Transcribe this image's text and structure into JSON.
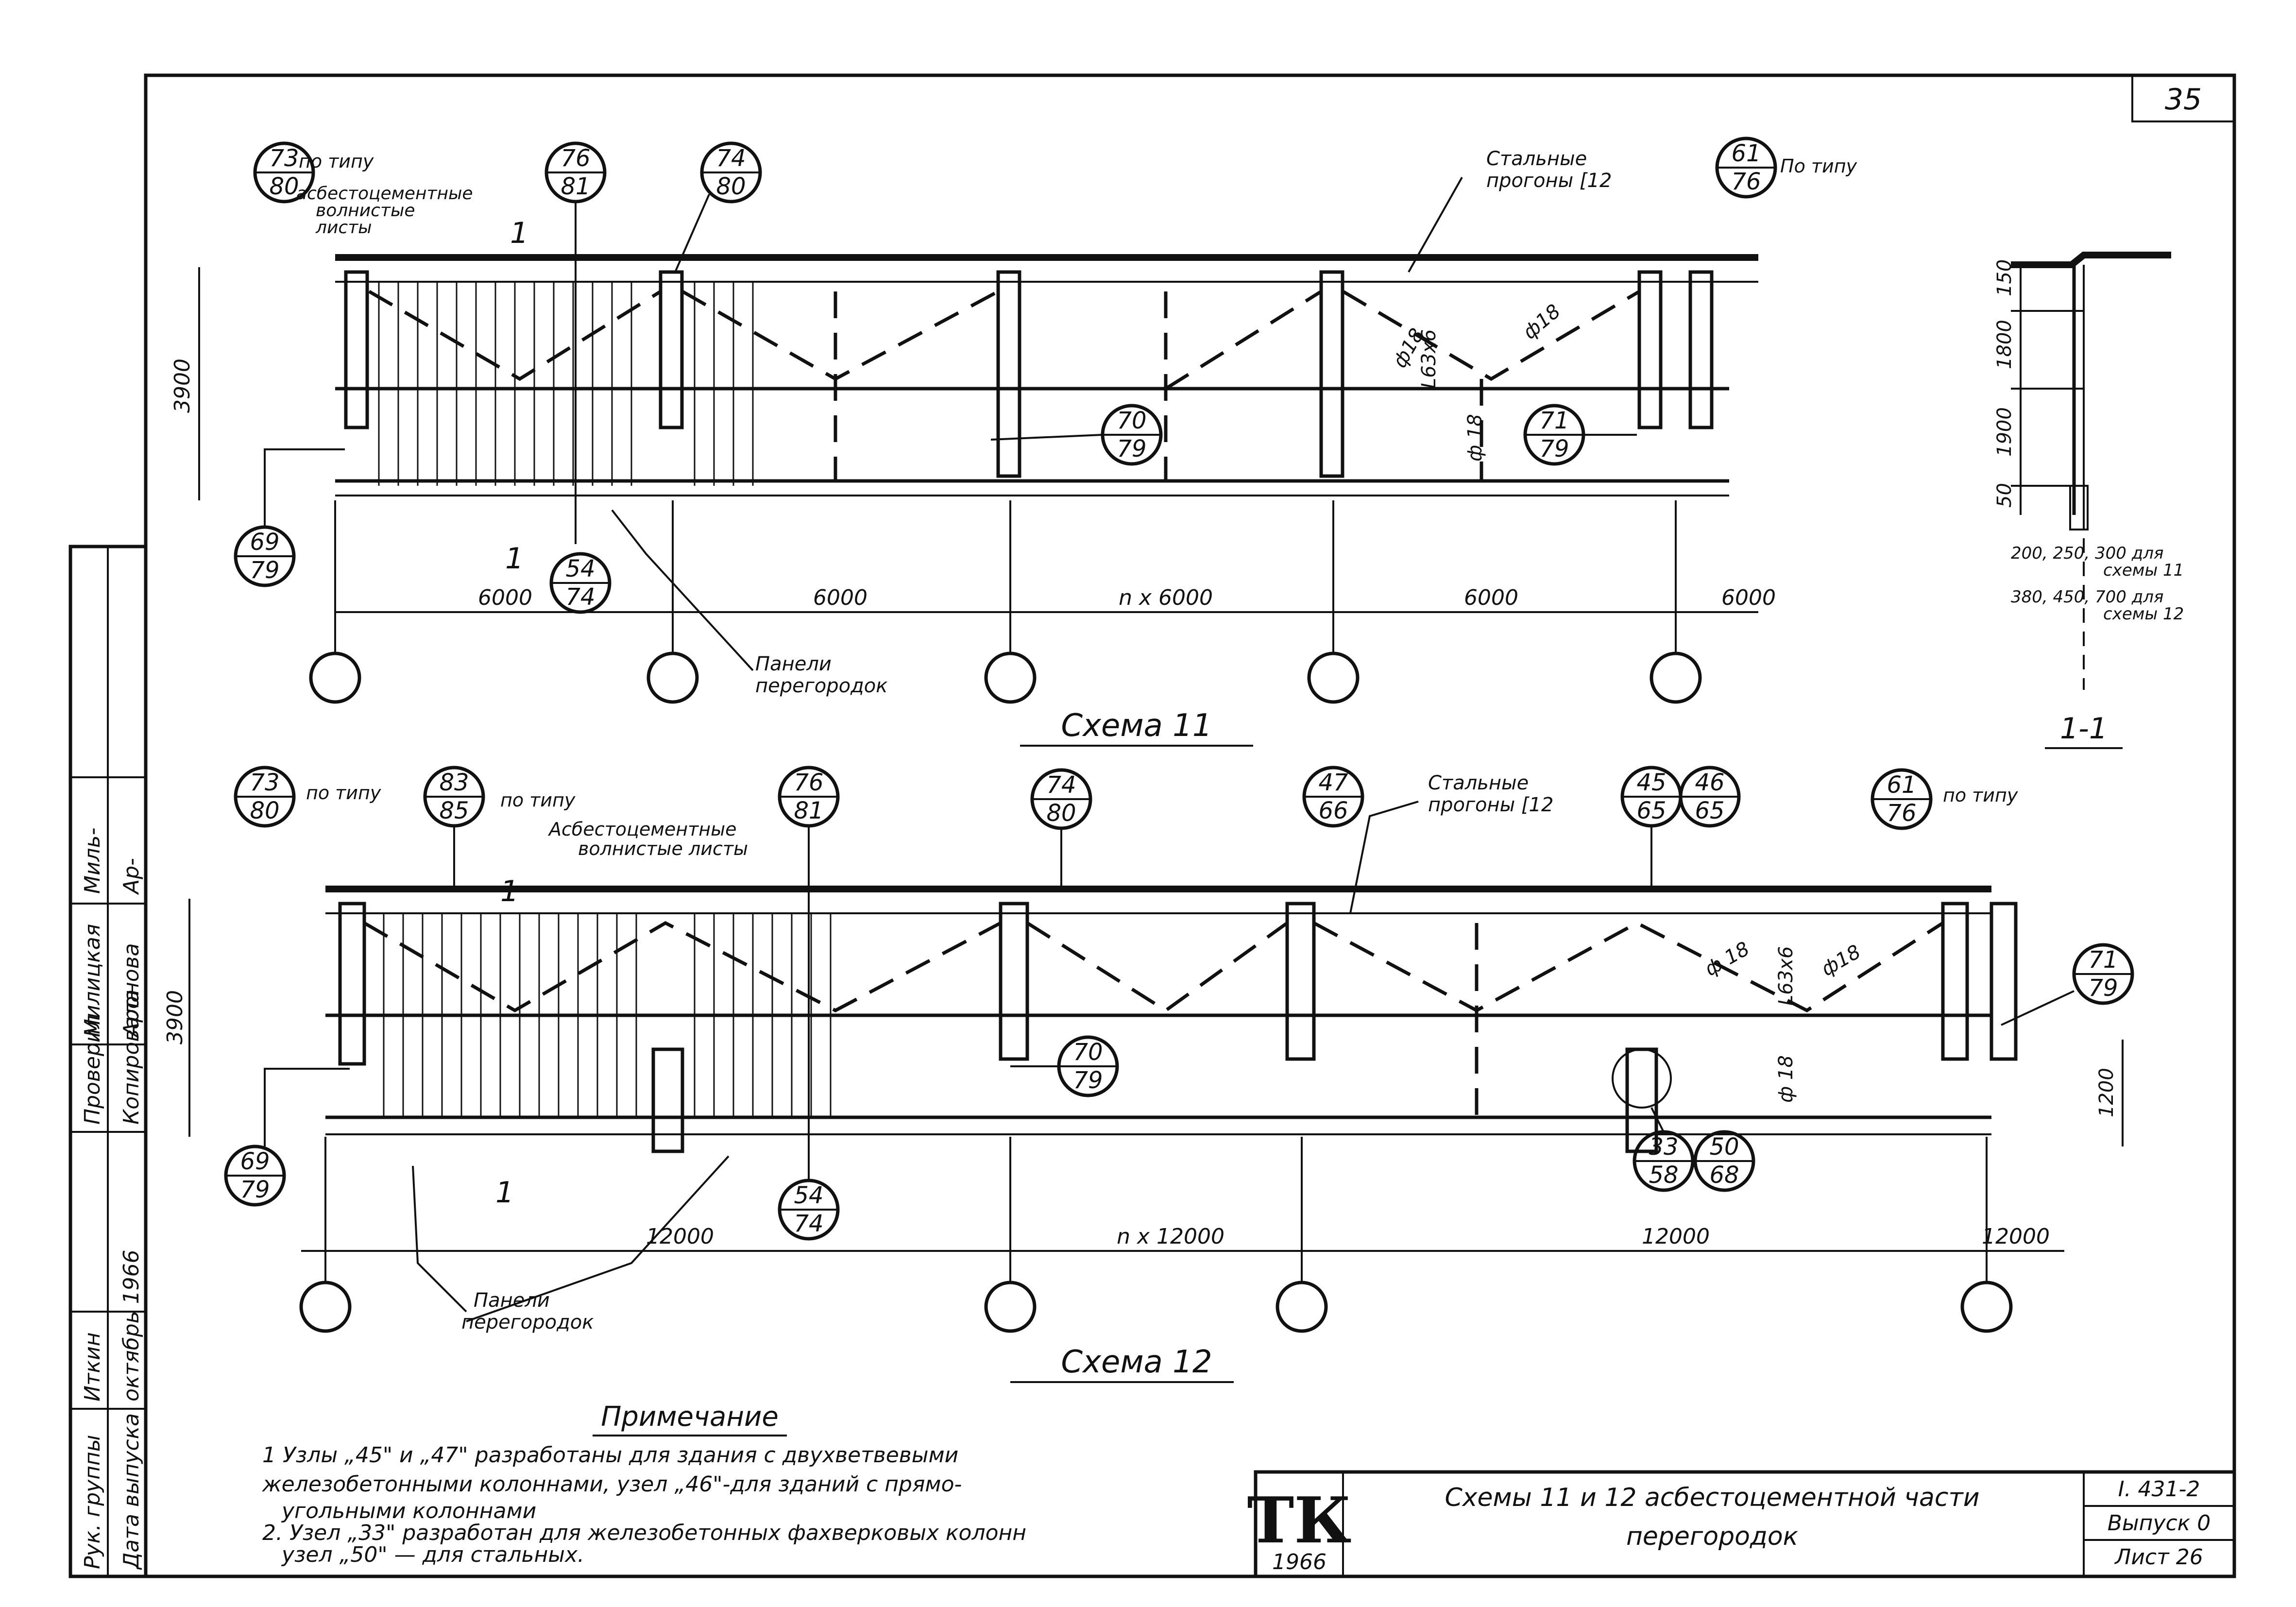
{
  "sheet": {
    "page_number": "35",
    "title_line1": "Схемы 11 и 12 асбестоцементной части",
    "title_line2": "перегородок",
    "logo": "ТК",
    "logo_year": "1966",
    "code": "I. 431-2",
    "issue": "Выпуск 0",
    "sheet_label": "Лист 26",
    "notes_heading": "Примечание",
    "notes": [
      "1 Узлы „45\" и „47\" разработаны для здания с двухветвевыми",
      "железобетонными колоннами, узел „46\"-для зданий с прямо-",
      "угольными колоннами",
      "2. Узел „33\" разработан для железобетонных фахверковых колонн",
      "узел „50\" — для стальных."
    ]
  },
  "stamp": {
    "row_labels": [
      "Рук. группы",
      "Проверил",
      "Копировала"
    ],
    "names": [
      "Иткин",
      "Милицкая",
      "Аронова"
    ],
    "date_label": "Дата выпуска",
    "date": "октябрь 1966",
    "sign_1": "Миль-",
    "sign_2": "Ар-"
  },
  "scheme11": {
    "caption": "Схема 11",
    "label_po_tipu_1": "по типу",
    "label_po_tipu_2": "По типу",
    "sheets_label_1": "асбестоцементные",
    "sheets_label_2": "волнистые",
    "sheets_label_3": "листы",
    "purlins_1": "Стальные",
    "purlins_2": "прогоны [12",
    "panels_1": "Панели",
    "panels_2": "перегородок",
    "height": "3900",
    "spans": [
      "6000",
      "6000",
      "n x 6000",
      "6000",
      "6000"
    ],
    "section_mark": "1",
    "brace_1": "ф18",
    "brace_2": "L63x6",
    "brace_3": "ф18",
    "brace_4": "ф 18",
    "nodes": [
      {
        "top": "73",
        "bottom": "80"
      },
      {
        "top": "76",
        "bottom": "81"
      },
      {
        "top": "74",
        "bottom": "80"
      },
      {
        "top": "61",
        "bottom": "76"
      },
      {
        "top": "70",
        "bottom": "79"
      },
      {
        "top": "71",
        "bottom": "79"
      },
      {
        "top": "69",
        "bottom": "79"
      },
      {
        "top": "54",
        "bottom": "74"
      }
    ]
  },
  "section11": {
    "caption": "1-1",
    "dims": [
      "150",
      "1800",
      "1900",
      "50"
    ],
    "note_1a": "200, 250, 300 для",
    "note_1b": "схемы 11",
    "note_2a": "380, 450, 700 для",
    "note_2b": "схемы 12"
  },
  "scheme12": {
    "caption": "Схема 12",
    "label_po_tipu": "по типу",
    "sheets_label_1": "Асбестоцементные",
    "sheets_label_2": "волнистые листы",
    "purlins_1": "Стальные",
    "purlins_2": "прогоны [12",
    "panels_1": "Панели",
    "panels_2": "перегородок",
    "height": "3900",
    "height_2": "1200",
    "spans": [
      "12000",
      "n x 12000",
      "12000",
      "12000"
    ],
    "section_mark": "1",
    "brace_1": "ф 18",
    "brace_2": "L63x6",
    "brace_3": "ф18",
    "brace_4": "ф 18",
    "nodes": [
      {
        "top": "73",
        "bottom": "80"
      },
      {
        "top": "83",
        "bottom": "85"
      },
      {
        "top": "76",
        "bottom": "81"
      },
      {
        "top": "74",
        "bottom": "80"
      },
      {
        "top": "47",
        "bottom": "66"
      },
      {
        "top": "45",
        "bottom": "65"
      },
      {
        "top": "46",
        "bottom": "65"
      },
      {
        "top": "61",
        "bottom": "76"
      },
      {
        "top": "71",
        "bottom": "79"
      },
      {
        "top": "70",
        "bottom": "79"
      },
      {
        "top": "69",
        "bottom": "79"
      },
      {
        "top": "54",
        "bottom": "74"
      },
      {
        "top": "33",
        "bottom": "58"
      },
      {
        "top": "50",
        "bottom": "68"
      }
    ]
  }
}
